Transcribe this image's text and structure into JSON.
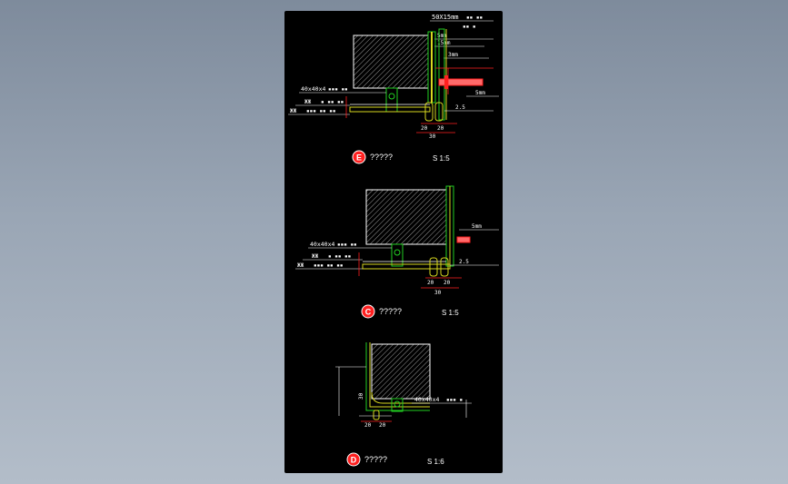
{
  "colors": {
    "background_top": "#7e8b9c",
    "background_bottom": "#b3bdc9",
    "sheet": "#000000",
    "outline_white": "#ffffff",
    "dim_red": "#ff2020",
    "detail_green": "#22d022",
    "finish_yellow": "#d8d820",
    "hatch_grey": "#9a9a9a",
    "fixture_pink": "#ff6a6a"
  },
  "details": [
    {
      "marker": "E",
      "title": "?????",
      "scale": "S 1:5",
      "notes": {
        "top_1": "50X15mm",
        "top_2": "5mm",
        "top_3": "15mm",
        "top_4": "3mm",
        "right_1": "5mm",
        "left_angle": "40x40x4",
        "left_a": "ЖЖ",
        "left_b": "ЖЖ",
        "right_bottom": "2.5"
      },
      "dims": [
        "20",
        "20",
        "30"
      ]
    },
    {
      "marker": "C",
      "title": "?????",
      "scale": "S 1:5",
      "notes": {
        "right_1": "5mm",
        "left_angle": "40x40x4",
        "left_a": "ЖЖ",
        "left_b": "ЖЖ",
        "right_bottom": "2.5"
      },
      "dims": [
        "20",
        "20",
        "30"
      ]
    },
    {
      "marker": "D",
      "title": "?????",
      "scale": "S 1:6",
      "notes": {
        "right_angle": "40x40x4",
        "left_vert": "30"
      },
      "dims": [
        "20",
        "20"
      ]
    }
  ]
}
